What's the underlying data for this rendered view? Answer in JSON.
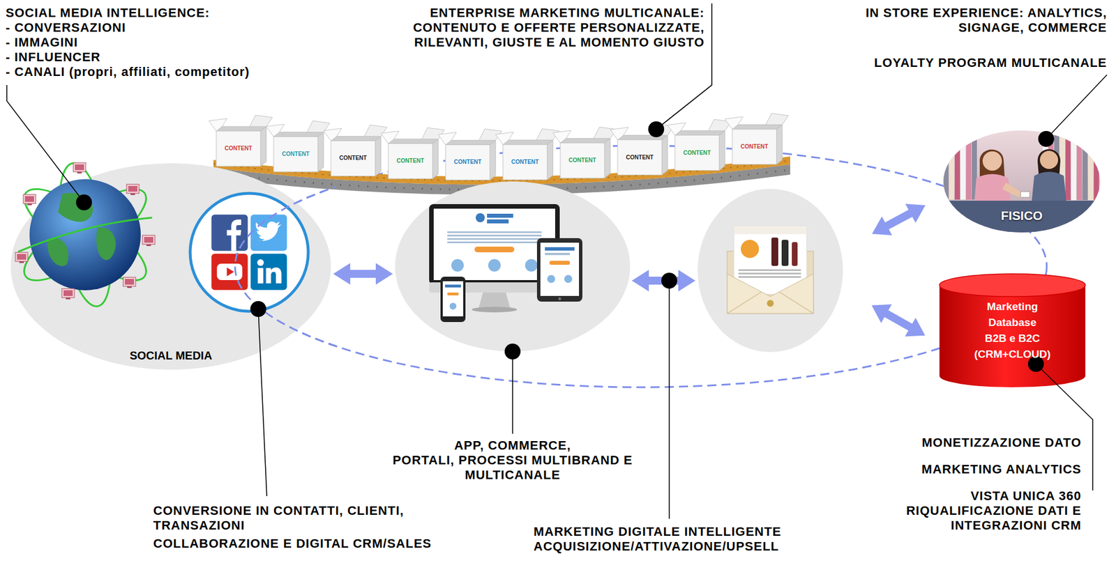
{
  "diagram": {
    "nodes": [
      {
        "text": [
          "SOCIAL MEDIA"
        ]
      },
      {
        "text": []
      },
      {
        "text": []
      },
      {
        "text": [
          "FISICO"
        ]
      },
      {
        "text": [
          "Marketing Database B2B e B2C (CRM+CLOUD)"
        ]
      }
    ],
    "edges": [
      {
        "from": 0,
        "to": 1,
        "arrow": "both"
      },
      {
        "from": 1,
        "to": 2,
        "arrow": "both"
      },
      {
        "from": 2,
        "to": 3,
        "arrow": "both"
      },
      {
        "from": 2,
        "to": 4,
        "arrow": "both"
      }
    ],
    "labels": [
      "SOCIAL MEDIA INTELLIGENCE:",
      "- CONVERSAZIONI",
      "- IMMAGINI",
      "- INFLUENCER",
      "- CANALI (propri, affiliati, competitor)",
      "ENTERPRISE MARKETING MULTICANALE: CONTENUTO E OFFERTE PERSONALIZZATE, RILEVANTI, GIUSTE E AL MOMENTO GIUSTO",
      "IN STORE EXPERIENCE: ANALYTICS, SIGNAGE, COMMERCE",
      "LOYALTY PROGRAM MULTICANALE",
      "CONTENT",
      "CONTENT",
      "CONTENT",
      "CONTENT",
      "CONTENT",
      "CONTENT",
      "CONTENT",
      "CONTENT",
      "CONTENT",
      "CONTENT",
      "APP, COMMERCE, PORTALI, PROCESSI MULTIBRAND E MULTICANALE",
      "CONVERSIONE IN CONTATTI, CLIENTI, TRANSAZIONI",
      "COLLABORAZIONE E DIGITAL CRM/SALES",
      "MARKETING DIGITALE INTELLIGENTE ACQUISIZIONE/ATTIVAZIONE/UPSELL",
      "MONETIZZAZIONE DATO",
      "MARKETING ANALYTICS",
      "VISTA UNICA 360 RIQUALIFICAZIONE DATI E INTEGRAZIONI CRM"
    ]
  }
}
